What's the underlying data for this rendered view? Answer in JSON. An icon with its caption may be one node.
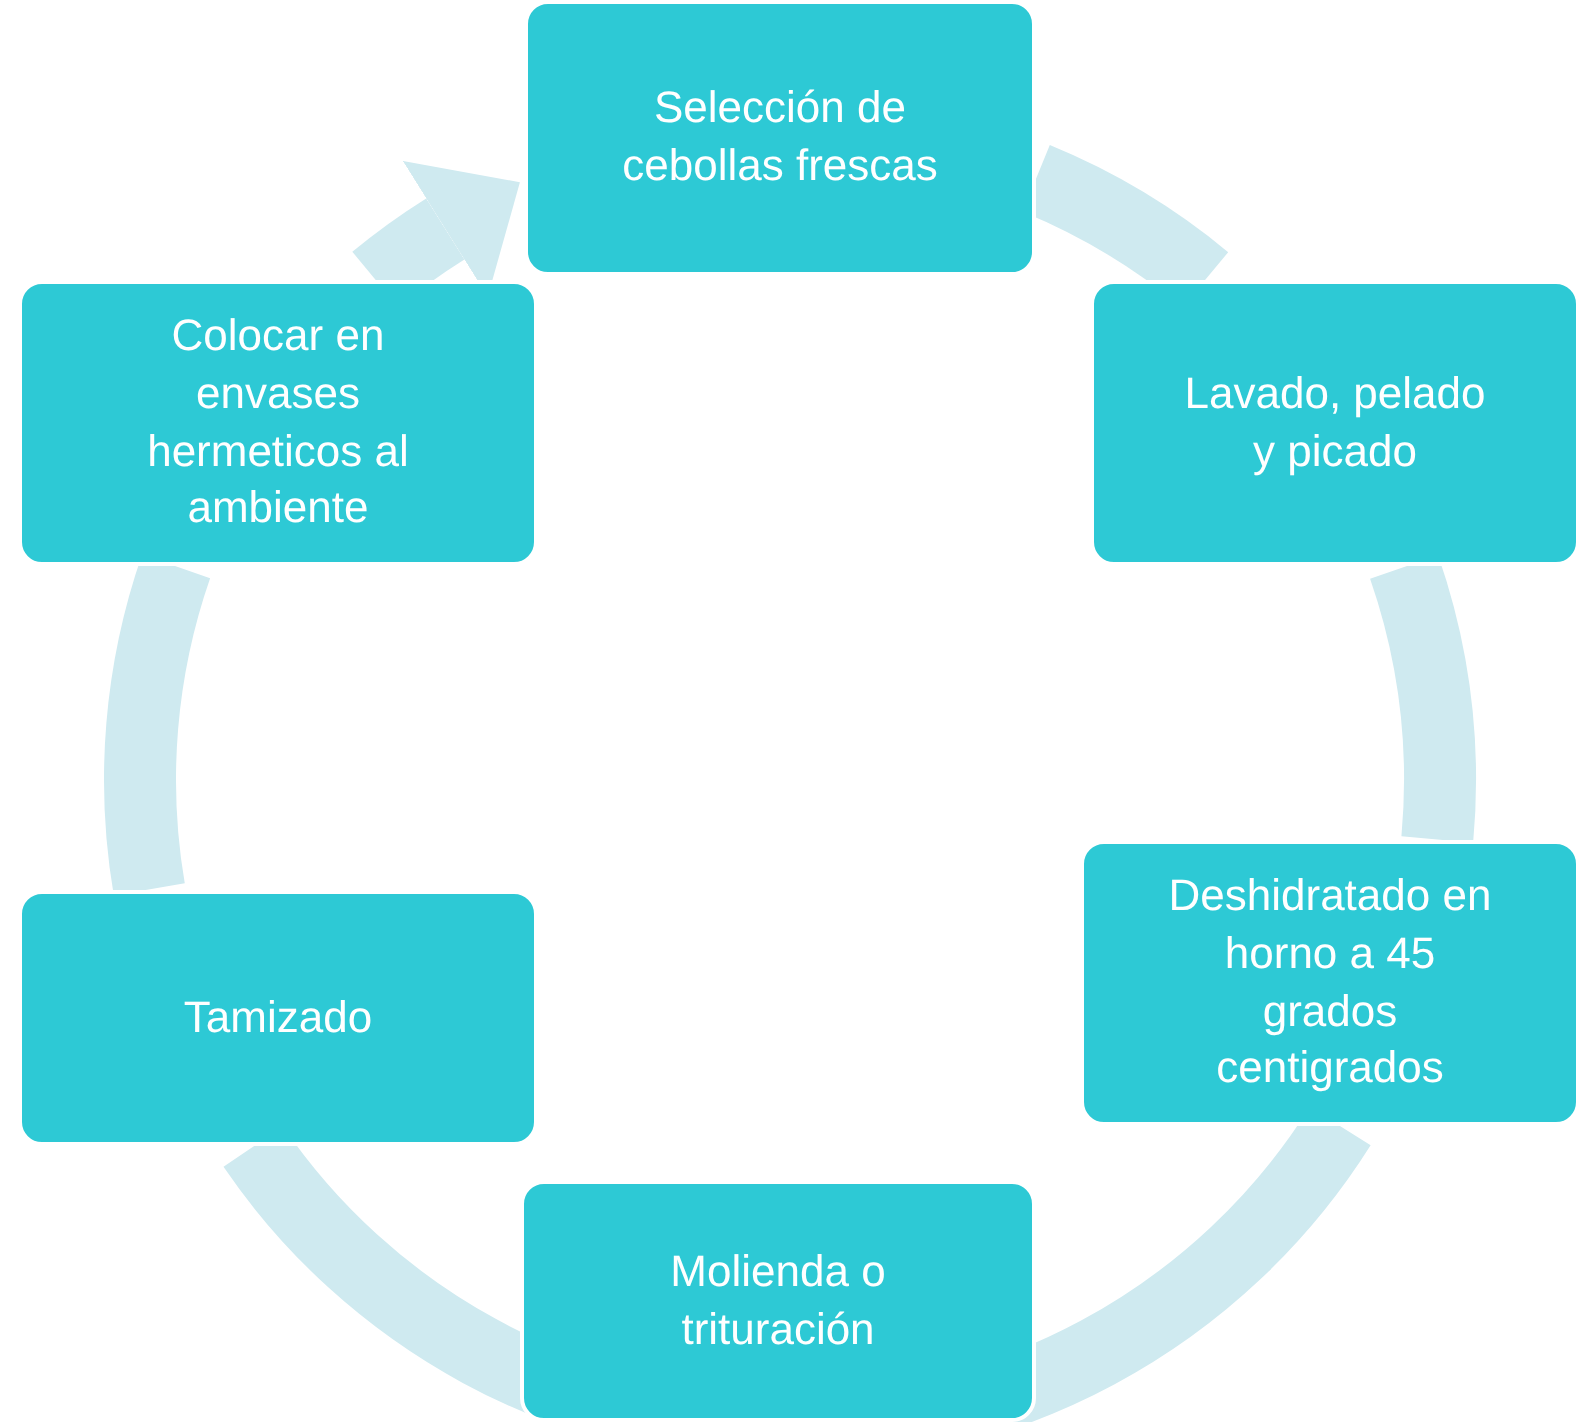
{
  "diagram": {
    "nodes": [
      {
        "text": [
          "Selección de cebollas frescas"
        ]
      },
      {
        "text": [
          "Lavado, pelado y picado"
        ]
      },
      {
        "text": [
          "Deshidratado en horno a 45 grados centigrados"
        ]
      },
      {
        "text": [
          "Molienda o trituración"
        ]
      },
      {
        "text": [
          "Tamizado"
        ]
      },
      {
        "text": [
          "Colocar en envases hermeticos al ambiente"
        ]
      }
    ],
    "edges": [
      {
        "from": 0,
        "to": 1,
        "arrow": "none"
      },
      {
        "from": 1,
        "to": 2,
        "arrow": "none"
      },
      {
        "from": 2,
        "to": 3,
        "arrow": "none"
      },
      {
        "from": 3,
        "to": 4,
        "arrow": "none"
      },
      {
        "from": 4,
        "to": 5,
        "arrow": "none"
      },
      {
        "from": 5,
        "to": 0,
        "arrow": "to"
      }
    ]
  }
}
